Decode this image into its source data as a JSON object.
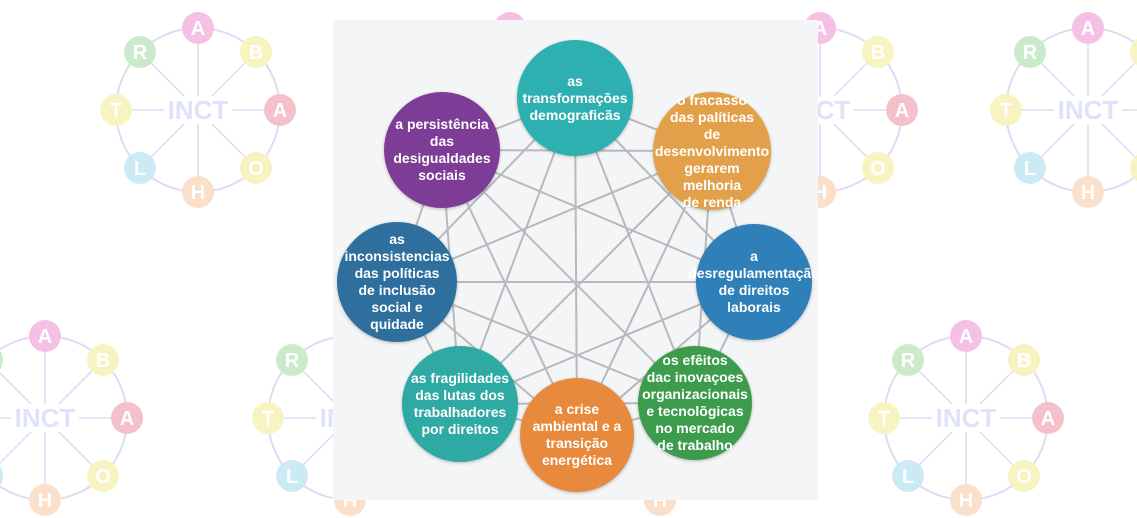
{
  "watermark": {
    "center_text": "INCT",
    "letters": [
      "A",
      "B",
      "A",
      "O",
      "H",
      "L",
      "T",
      "R"
    ],
    "letter_colors": [
      "#e040b0",
      "#e8e040",
      "#e04060",
      "#e8e040",
      "#f0a060",
      "#60c0e0",
      "#e8e040",
      "#60c060"
    ],
    "ring_color": "#9a90d8",
    "center_color": "#9aa8f0"
  },
  "diagram": {
    "line_color": "#b7b9bd",
    "nodes": [
      {
        "label": "as transformações\ndemograficãs",
        "color": "#2fb0b0"
      },
      {
        "label": "o fracasso\ndas palíticas\nde desenvolvimento\ngerarem melhoria\nde renda",
        "color": "#e3a04a"
      },
      {
        "label": "a\ndesregulamentação\nde direitos\nlaborais",
        "color": "#2f7fb8"
      },
      {
        "label": "os efêitos\ndac inovaçoes\norganizacionais\ne tecnolõgicas\nno mercado\nde trabalho",
        "color": "#3c9c4c"
      },
      {
        "label": "a crise\nambiental e a\ntransição\nenergética",
        "color": "#e78a3e"
      },
      {
        "label": "as fragilidades\ndas lutas dos\ntrabalhadores\npor direitos",
        "color": "#2ea9a4"
      },
      {
        "label": "as\ninconsistencias\ndas políticas\nde inclusão\nsocial e quidade",
        "color": "#2e6f9e"
      },
      {
        "label": "a persistência\ndas\ndesigualdades\nsociais",
        "color": "#7d3d97"
      }
    ]
  }
}
